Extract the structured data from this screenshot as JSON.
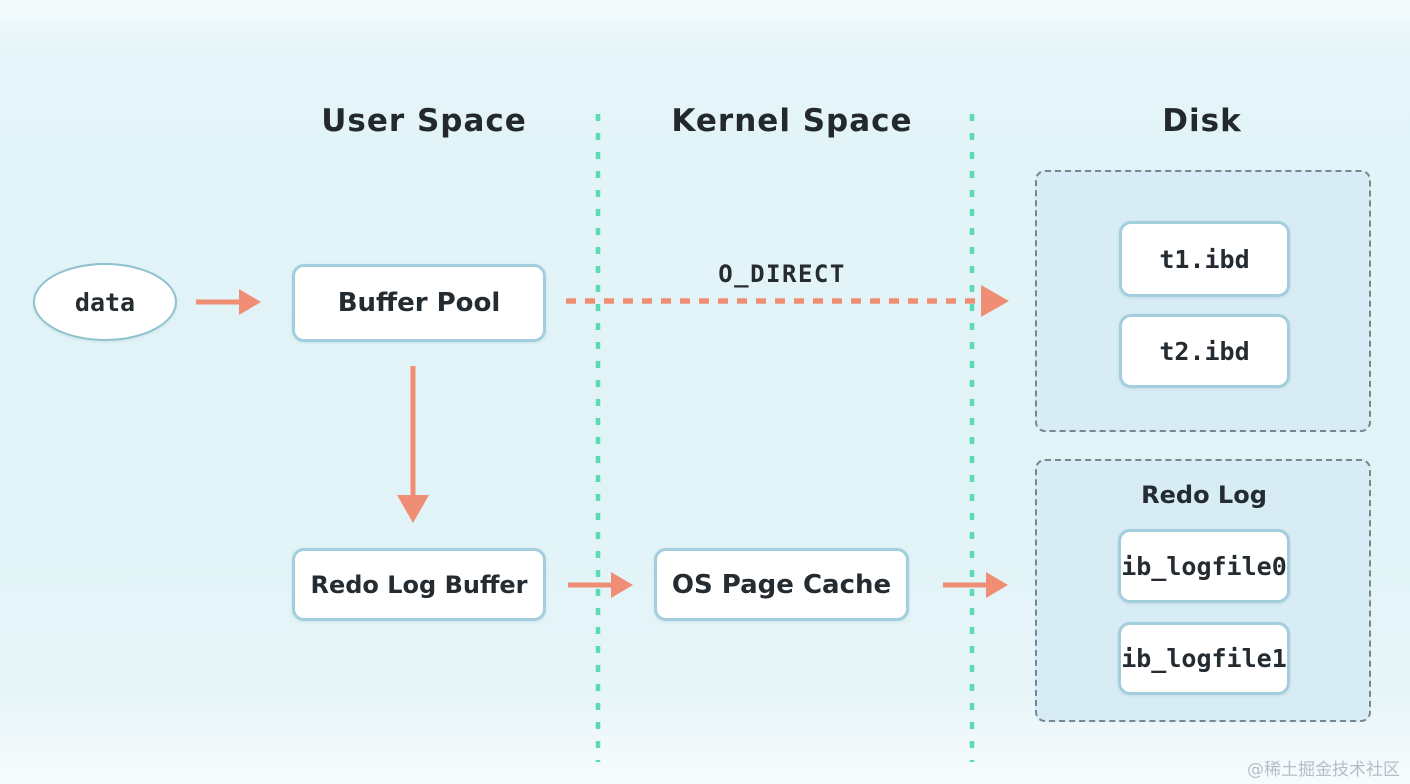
{
  "diagram": {
    "columns": [
      {
        "label": "User Space"
      },
      {
        "label": "Kernel Space"
      },
      {
        "label": "Disk"
      }
    ],
    "nodes": {
      "data": "data",
      "buffer_pool": "Buffer Pool",
      "redo_log_buffer": "Redo Log Buffer",
      "os_page_cache": "OS Page Cache",
      "t1_ibd": "t1.ibd",
      "t2_ibd": "t2.ibd",
      "redo_log_title": "Redo Log",
      "ib_logfile0": "ib_logfile0",
      "ib_logfile1": "ib_logfile1"
    },
    "labels": {
      "o_direct": "O_DIRECT"
    },
    "colors": {
      "background": "#e0f3f7",
      "arrow": "#ef8e74",
      "separator_line": "#5cd9b6",
      "box_border": "#a2cedd",
      "box_fill": "#ffffff",
      "disk_group_fill": "#d8ecf5",
      "disk_group_border": "#75878f",
      "cycle_arrow": "#a7cbe0",
      "text": "#242b31",
      "watermark": "#b3bfc8"
    },
    "watermark": "@稀土掘金技术社区"
  }
}
